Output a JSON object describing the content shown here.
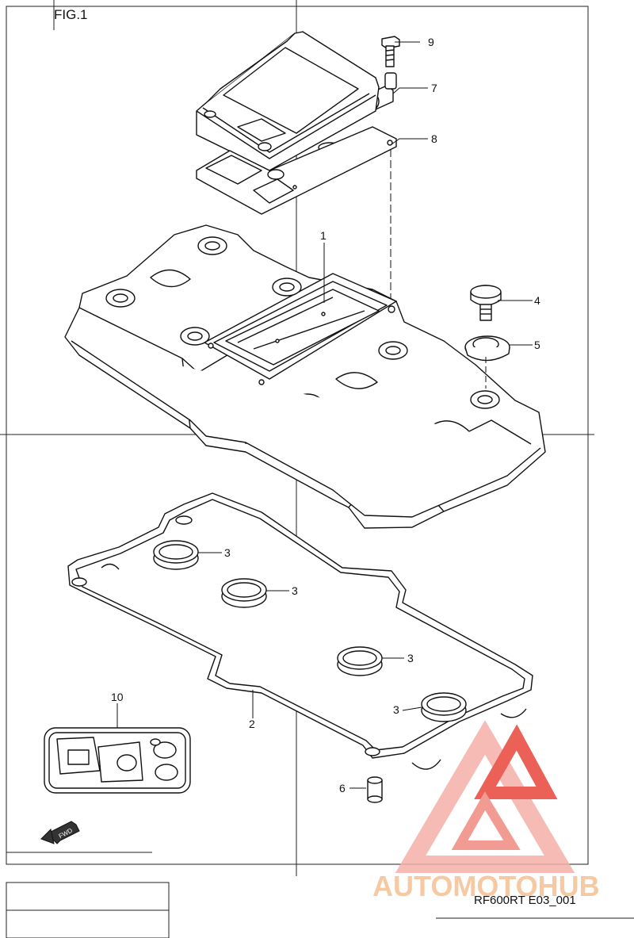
{
  "figure": {
    "title": "FIG.1"
  },
  "reference_code": "RF600RT E03_001",
  "watermark": {
    "text": "AUTOMOTOHUB",
    "color_light": "#f6c49a",
    "color_dark": "#8a8a8a",
    "logo_color": "#e8463c"
  },
  "direction_arrow": {
    "label": "FWD"
  },
  "callouts": {
    "c1": "1",
    "c2": "2",
    "c3a": "3",
    "c3b": "3",
    "c3c": "3",
    "c3d": "3",
    "c4": "4",
    "c5": "5",
    "c6": "6",
    "c7": "7",
    "c8": "8",
    "c9": "9",
    "c10": "10"
  }
}
